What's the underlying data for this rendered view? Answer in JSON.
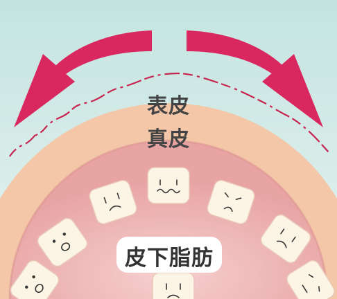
{
  "diagram": {
    "labels": {
      "epidermis": "表皮",
      "dermis": "真皮",
      "subcutaneous_fat": "皮下脂肪"
    },
    "colors": {
      "sky_top": "#c4e4e0",
      "sky_bottom": "#e7f3f1",
      "dermis": "#f4c7a8",
      "subcutaneous": "#e8a3a3",
      "fat_cell": "#fcf4e4",
      "arrow": "#d8285f",
      "skin_line": "#c8224f"
    },
    "fat_cells": [
      {
        "face": "worried-wavy"
      },
      {
        "face": "frown"
      },
      {
        "face": "sad"
      },
      {
        "face": "frown"
      },
      {
        "face": "gasp"
      },
      {
        "face": "gasp"
      },
      {
        "face": "squint"
      },
      {
        "face": "frown"
      }
    ],
    "arrows": [
      {
        "direction": "left-down"
      },
      {
        "direction": "right-down"
      }
    ]
  }
}
